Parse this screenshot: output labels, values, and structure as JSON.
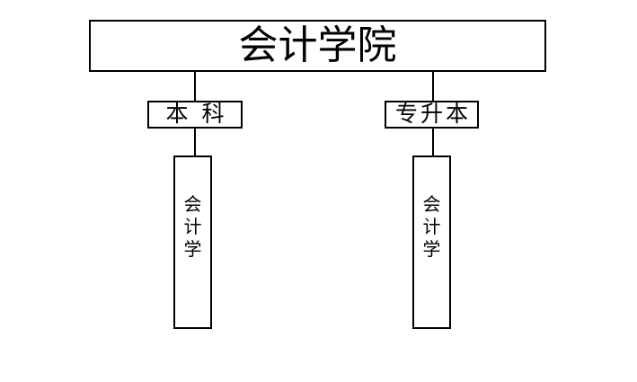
{
  "colors": {
    "background": "#ffffff",
    "line": "#000000",
    "box_fill": "#ffffff",
    "text": "#000000"
  },
  "org_chart": {
    "root": {
      "label": "会计学院"
    },
    "branches": [
      {
        "level": {
          "label": "本科"
        },
        "major": {
          "label": "会计学"
        }
      },
      {
        "level": {
          "label": "专升本"
        },
        "major": {
          "label": "会计学"
        }
      }
    ]
  }
}
